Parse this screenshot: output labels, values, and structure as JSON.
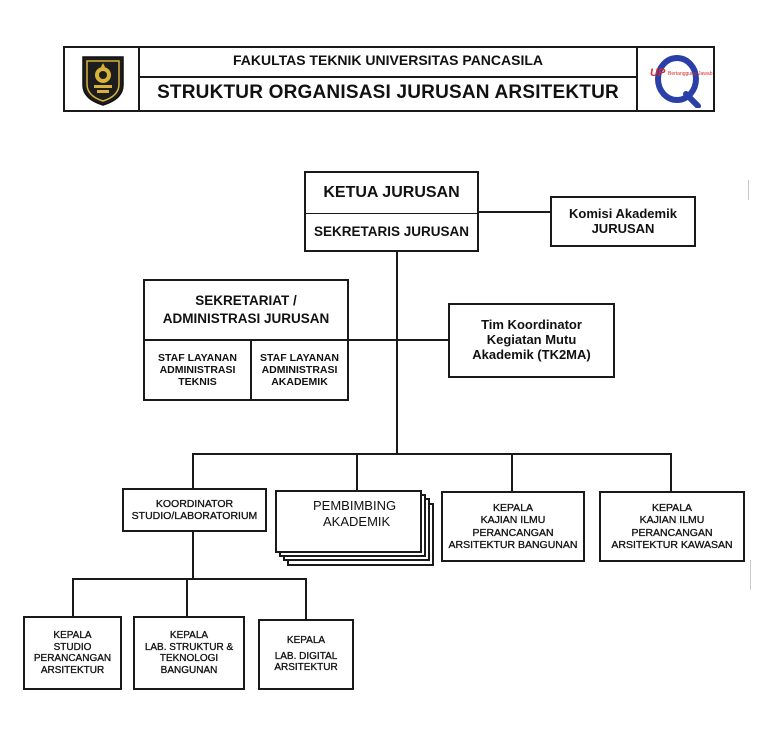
{
  "header": {
    "faculty": "FAKULTAS TEKNIK  UNIVERSITAS PANCASILA",
    "title": "STRUKTUR ORGANISASI JURUSAN ARSITEKTUR",
    "logo_right_text": "UP",
    "logo_right_tagline": "Bertanggung Jawab"
  },
  "nodes": {
    "ketua": "KETUA JURUSAN",
    "sekretaris": "SEKRETARIS JURUSAN",
    "komisi_line1": "Komisi Akademik",
    "komisi_line2": "JURUSAN",
    "sekretariat_line1": "SEKRETARIAT /",
    "sekretariat_line2": "ADMINISTRASI JURUSAN",
    "staf_teknis_line1": "STAF LAYANAN",
    "staf_teknis_line2": "ADMINISTRASI",
    "staf_teknis_line3": "TEKNIS",
    "staf_akademik_line1": "STAF LAYANAN",
    "staf_akademik_line2": "ADMINISTRASI",
    "staf_akademik_line3": "AKADEMIK",
    "tk2ma_line1": "Tim Koordinator",
    "tk2ma_line2": "Kegiatan Mutu",
    "tk2ma_line3": "Akademik (TK2MA)",
    "koordinator_line1": "KOORDINATOR",
    "koordinator_line2": "STUDIO/LABORATORIUM",
    "pembimbing_line1": "PEMBIMBING",
    "pembimbing_line2": "AKADEMIK",
    "kajian_bangunan_line1": "KEPALA",
    "kajian_bangunan_line2": "KAJIAN ILMU",
    "kajian_bangunan_line3": "PERANCANGAN",
    "kajian_bangunan_line4": "ARSITEKTUR BANGUNAN",
    "kajian_kawasan_line1": "KEPALA",
    "kajian_kawasan_line2": "KAJIAN ILMU",
    "kajian_kawasan_line3": "PERANCANGAN",
    "kajian_kawasan_line4": "ARSITEKTUR KAWASAN",
    "studio_line1": "KEPALA",
    "studio_line2": "STUDIO",
    "studio_line3": "PERANCANGAN",
    "studio_line4": "ARSITEKTUR",
    "lab_struktur_line1": "KEPALA",
    "lab_struktur_line2": "LAB. STRUKTUR &",
    "lab_struktur_line3": "TEKNOLOGI",
    "lab_struktur_line4": "BANGUNAN",
    "lab_digital_line1": "KEPALA",
    "lab_digital_line2": "LAB. DIGITAL",
    "lab_digital_line3": "ARSITEKTUR"
  },
  "colors": {
    "line": "#1a1a1a",
    "logo_left_bg": "#1d1d1d",
    "logo_left_gold": "#d9b23a",
    "logo_right_blue": "#2a3fa8",
    "logo_right_red": "#d62b2b"
  },
  "icons": {
    "left_logo": "university-seal-icon",
    "right_logo": "quality-q-logo-icon"
  }
}
